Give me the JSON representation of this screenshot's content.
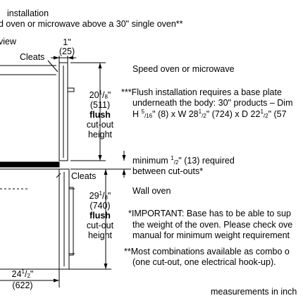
{
  "header": {
    "line1": "installation",
    "line2": "d oven or microwave above a 30\" single oven**",
    "view_label": "view"
  },
  "top_dim": {
    "value": "1\"",
    "metric": "(25)"
  },
  "upper": {
    "cleats": "Cleats",
    "dim_whole": "20",
    "dim_num": "1",
    "dim_den": "8",
    "dim_unit": "\"",
    "metric": "(511)",
    "flush": "flush",
    "cutout": "cut-out",
    "height": "height",
    "label": "Speed oven or microwave"
  },
  "flush_note": {
    "line1": "***Flush installation requires a base plate",
    "line2": "underneath the body: 30\" products – Dim",
    "l3_a": "H ",
    "l3_sup": "5",
    "l3_sub": "/16",
    "l3_b": "\" (8) x W 28",
    "l3_sup2": "1",
    "l3_sub2": "/2",
    "l3_c": "\" (724) x D 22",
    "l3_sup3": "1",
    "l3_sub3": "/2",
    "l3_d": "\" (57"
  },
  "minimum": {
    "a": "minimum ",
    "sup": "1",
    "sub": "/2",
    "b": "\" (13) required",
    "line2": "between cut-outs*"
  },
  "lower": {
    "cleats": "Cleats",
    "dim_whole": "29",
    "dim_num": "1",
    "dim_den": "8",
    "dim_unit": "\"",
    "metric": "(740)",
    "flush": "flush",
    "cutout": "cut-out",
    "height": "height",
    "label": "Wall oven"
  },
  "important_note": {
    "line1": "*IMPORTANT: Base has to be able to sup",
    "line2": "the weight of the oven. Please check ove",
    "line3": "manual for minimum weight requirement"
  },
  "combo_note": {
    "line1": "**Most combinations available as combo o",
    "line2": "(one cut-out, one electrical hook-up)."
  },
  "bottom_dim": {
    "whole": "24",
    "num": "1",
    "den": "2",
    "unit": "\"",
    "metric": "(622)"
  },
  "footer": {
    "text": "measurements in inch"
  }
}
